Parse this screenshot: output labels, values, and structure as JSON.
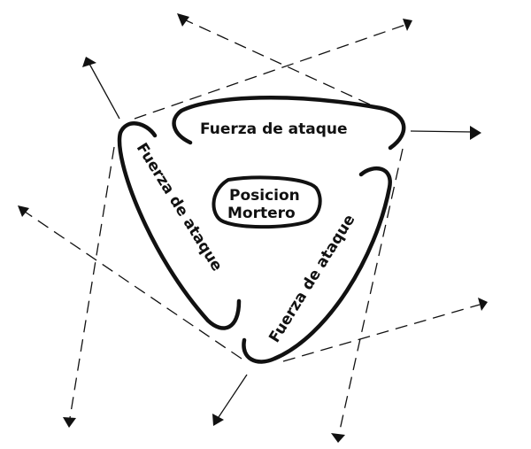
{
  "diagram": {
    "type": "tactical-formation",
    "center": {
      "label_line1": "Posicion",
      "label_line2": "Mortero"
    },
    "groups": [
      {
        "id": "top",
        "label": "Fuerza de ataque"
      },
      {
        "id": "left",
        "label": "Fuerza de ataque"
      },
      {
        "id": "right",
        "label": "Fuerza de ataque"
      }
    ],
    "arrows": [
      {
        "id": "a1",
        "style": "solid",
        "direction": "up-left from top-left corner"
      },
      {
        "id": "a2",
        "style": "dashed",
        "direction": "up-left from top-right corner"
      },
      {
        "id": "a3",
        "style": "dashed",
        "direction": "up-right from top-left corner"
      },
      {
        "id": "a4",
        "style": "solid",
        "direction": "right from top-right corner"
      },
      {
        "id": "a5",
        "style": "dashed",
        "direction": "down from top-right corner"
      },
      {
        "id": "a6",
        "style": "dashed",
        "direction": "right from bottom corner"
      },
      {
        "id": "a7",
        "style": "solid",
        "direction": "down-left from bottom corner"
      },
      {
        "id": "a8",
        "style": "dashed",
        "direction": "up-left from bottom corner"
      },
      {
        "id": "a9",
        "style": "dashed",
        "direction": "down from top-left corner"
      }
    ],
    "colors": {
      "ink": "#111111",
      "paper": "#ffffff"
    }
  }
}
